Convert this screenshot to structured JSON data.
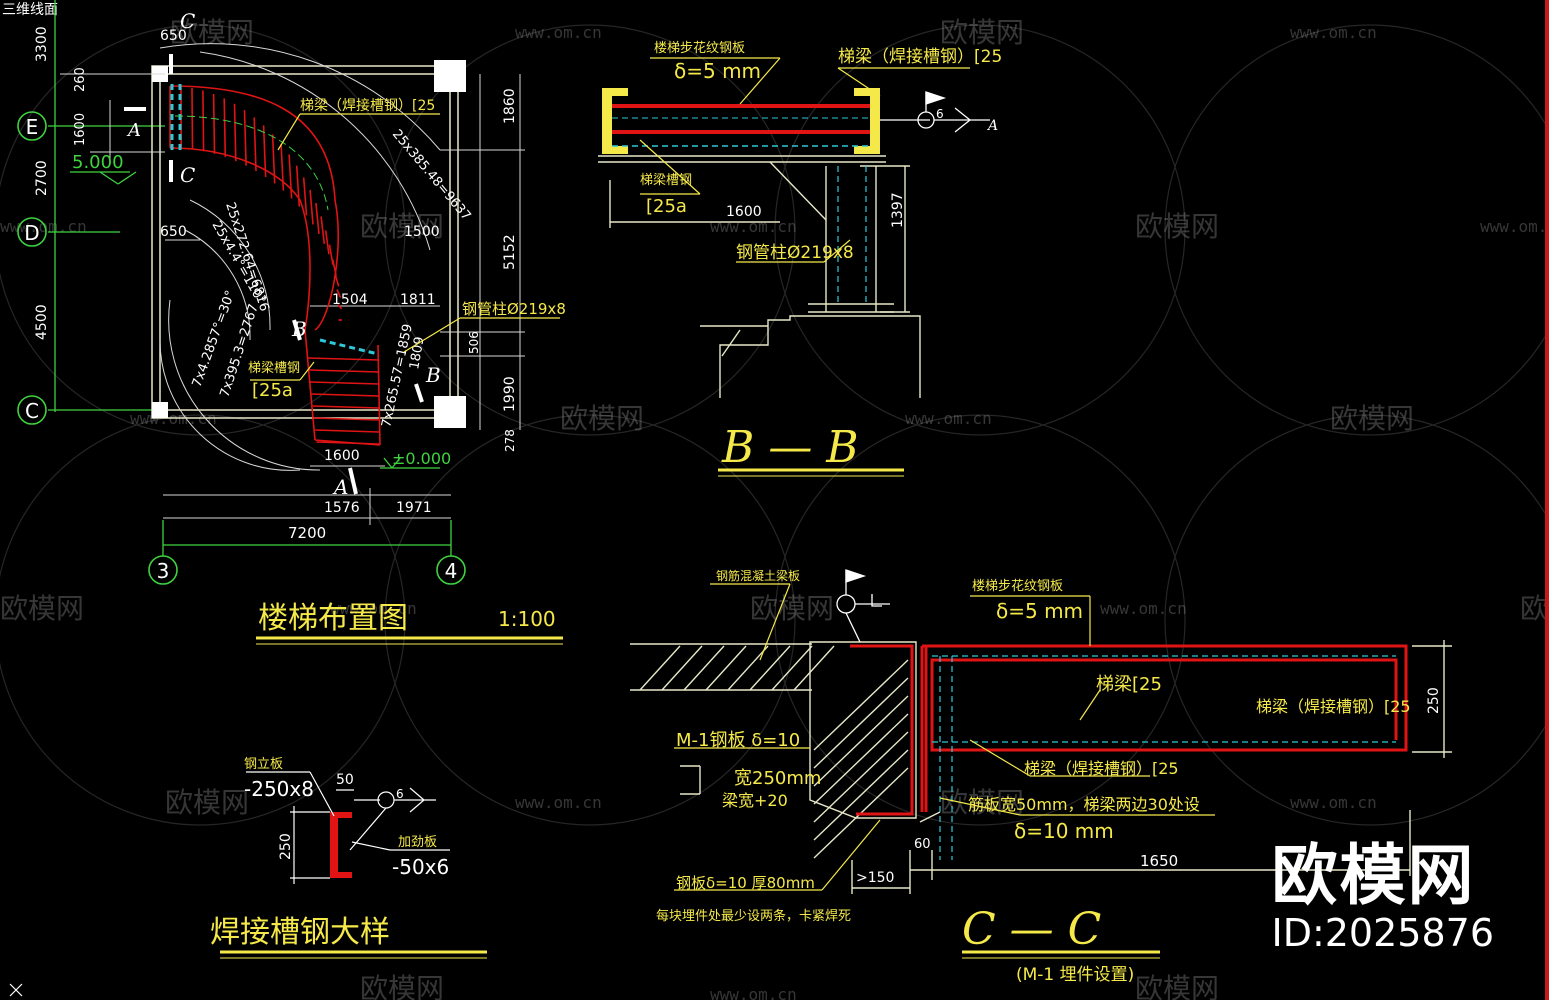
{
  "corner_text": "三维线面",
  "plan": {
    "title": "楼梯布置图",
    "scale": "1:100",
    "axis_rows": [
      "E",
      "D",
      "C"
    ],
    "axis_cols": [
      "3",
      "4"
    ],
    "left_dims": [
      "3300",
      "2700",
      "4500"
    ],
    "left_small_dims": [
      "260",
      "1600"
    ],
    "right_dims": [
      "1860",
      "5152",
      "506",
      "1990",
      "278"
    ],
    "bottom_dims": [
      "1576",
      "1971"
    ],
    "total_width": "7200",
    "dim_650_top": "650",
    "dim_650_mid": "650",
    "dim_1500": "1500",
    "dim_1504": "1504",
    "dim_1811": "1811",
    "dim_1600": "1600",
    "dim_1809": "1809",
    "elev_top": "5.000",
    "elev_bottom": "±0.000",
    "arc_label_1": "25x272.64=6816",
    "arc_label_2": "25x4.4°=110°",
    "arc_label_3": "25x385.48=9637",
    "arc_label_4": "7x4.2857°=30°",
    "arc_label_5": "7x395.3=2767",
    "arc_label_6": "7x265.57=1859",
    "beam_label": "梯梁（焊接槽钢）[25",
    "stringer_label": "梯梁槽钢",
    "stringer_size": "[25a",
    "column_label": "钢管柱Ø219x8",
    "sec_A": "A",
    "sec_B": "B",
    "sec_C": "C"
  },
  "sectionBB": {
    "title": "B — B",
    "plate_label": "楼梯步花纹钢板",
    "plate_thk": "δ=5 mm",
    "beam_label": "梯梁（焊接槽钢）[25",
    "stringer_label": "梯梁槽钢",
    "stringer_size": "[25a",
    "dim_1600": "1600",
    "dim_1397": "1397",
    "column_label": "钢管柱Ø219x8",
    "weld_size": "6",
    "sec_A": "A"
  },
  "detail": {
    "title": "焊接槽钢大样",
    "plate1_label": "钢立板",
    "plate1_size": "-250x8",
    "dim_50": "50",
    "dim_250": "250",
    "weld_size": "6",
    "plate2_label": "加劲板",
    "plate2_size": "-50x6"
  },
  "sectionCC": {
    "title": "C — C",
    "subtitle": "(M-1 埋件设置)",
    "top_label": "钢筋混凝土梁板",
    "plate_label": "楼梯步花纹钢板",
    "plate_thk": "δ=5 mm",
    "beam1": "梯梁[25",
    "beam2": "梯梁（焊接槽钢）[25",
    "beam3": "梯梁（焊接槽钢）[25",
    "embed_label": "M-1钢板 δ=10",
    "wide_label": "宽250mm",
    "width_label": "梁宽+20",
    "stiff_label": "筋板宽50mm，梯梁两边30处设",
    "stiff_thk": "δ=10 mm",
    "plate_bottom": "钢板δ=10 厚80mm",
    "note": "每块埋件处最少设两条，卡紧焊死",
    "dim_250": "250",
    "dim_60": "60",
    "dim_150": ">150",
    "dim_1650": "1650"
  },
  "watermark": {
    "brand": "欧模网",
    "url": "www.om.cn"
  },
  "logo": {
    "name": "欧模网",
    "id": "ID:2025876"
  },
  "colors": {
    "background": "#000000",
    "yellow": "#f5e94a",
    "green": "#3fd23f",
    "red": "#e01414",
    "cyan": "#2ec8d8",
    "white": "#ffffff"
  }
}
